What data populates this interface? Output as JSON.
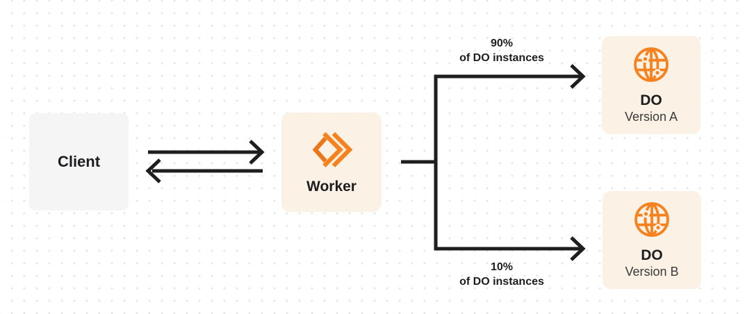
{
  "colors": {
    "accent_orange": "#F6821F",
    "accent_orange_dark": "#E8781A",
    "box_cream": "#FBF1E4",
    "box_gray": "#F5F5F6",
    "line_dark": "#1E1E1E",
    "text_dark": "#1D1D1F",
    "text_soft": "#3A3A3C",
    "dot_grid": "#E7E5E4"
  },
  "nodes": {
    "client": {
      "label": "Client"
    },
    "worker": {
      "label": "Worker",
      "icon": "cloudflare-workers-icon"
    },
    "do_version_a": {
      "title": "DO",
      "subtitle": "Version A",
      "icon": "durable-object-globe-icon"
    },
    "do_version_b": {
      "title": "DO",
      "subtitle": "Version B",
      "icon": "durable-object-globe-icon"
    }
  },
  "edges": {
    "client_worker": {
      "style": "bidirectional-arrows"
    },
    "split_top": {
      "line1": "90%",
      "line2": "of DO instances"
    },
    "split_bottom": {
      "line1": "10%",
      "line2": "of DO instances"
    }
  }
}
